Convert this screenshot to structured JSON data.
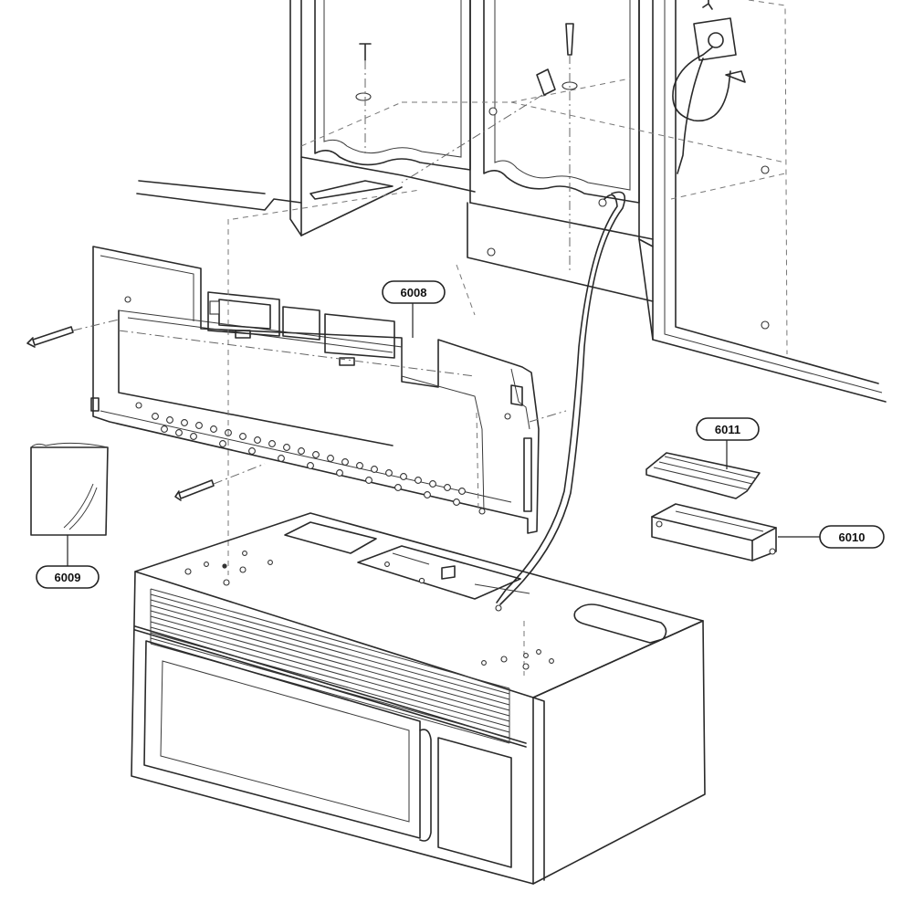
{
  "callouts": {
    "bracket": "6008",
    "template_sheet": "6009",
    "filter_housing": "6010",
    "filter_cover": "6011"
  },
  "colors": {
    "line": "#2a2a2a",
    "background": "#ffffff"
  }
}
